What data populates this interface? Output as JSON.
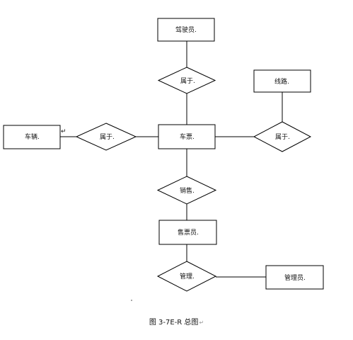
{
  "entities": {
    "driver": "驾驶员",
    "route": "线路",
    "vehicle": "车辆",
    "ticket": "车票",
    "seller": "售票员",
    "manager": "管理员"
  },
  "relationships": {
    "ticket_driver": "属于",
    "ticket_route": "属于",
    "vehicle_ticket": "属于",
    "ticket_seller": "销售",
    "seller_manager": "管理"
  },
  "text_marker": ".",
  "paragraph_mark": "↵",
  "caption": "图 3-7E-R 总图"
}
